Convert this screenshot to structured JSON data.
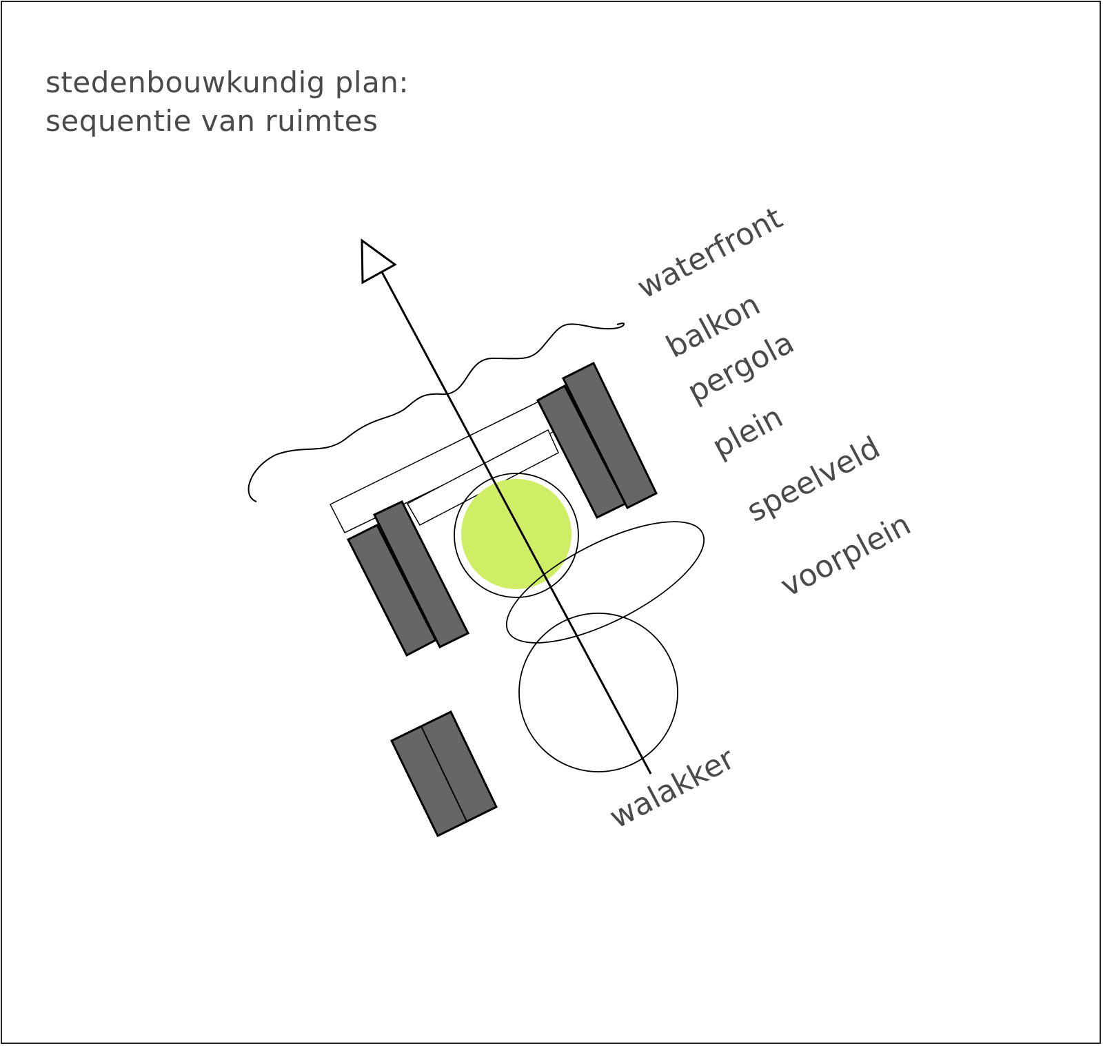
{
  "title": {
    "line1": "stedenbouwkundig plan:",
    "line2": "sequentie van ruimtes"
  },
  "labels": {
    "waterfront": "waterfront",
    "balkon": "balkon",
    "pergola": "pergola",
    "plein": "plein",
    "speelveld": "speelveld",
    "voorplein": "voorplein",
    "walakker": "walakker"
  },
  "colors": {
    "building_fill": "#666666",
    "green_circle": "#cfee66",
    "text": "#4a4a4a",
    "line": "#000000"
  }
}
